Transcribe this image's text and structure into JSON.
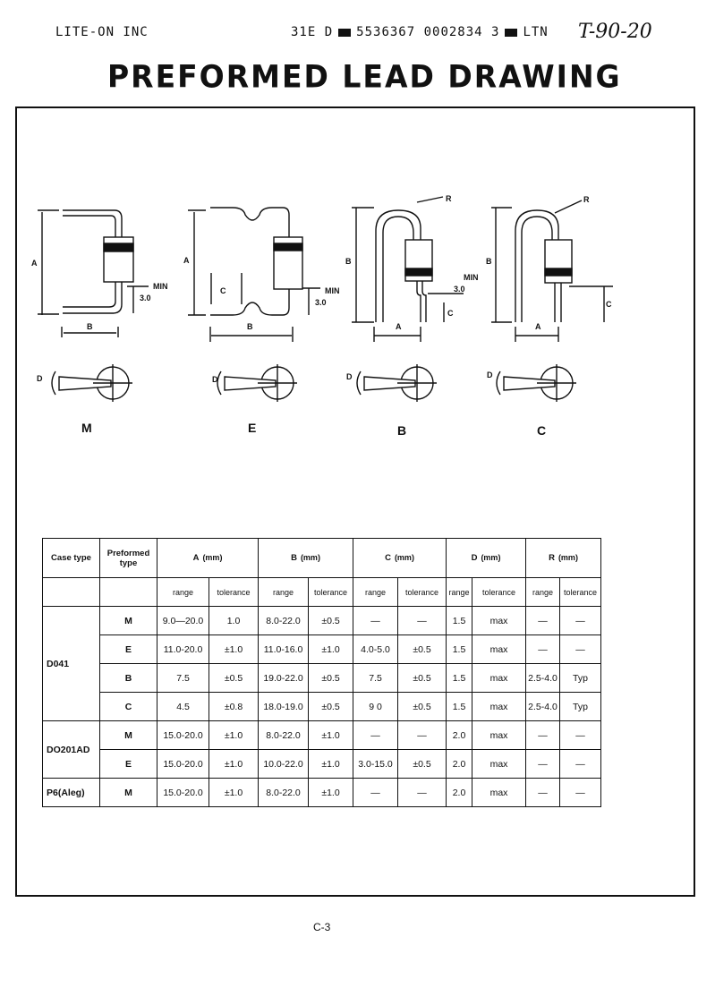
{
  "header": {
    "company": "LITE-ON INC",
    "code": "31E D",
    "code_numbers": "5536367 0002834 3",
    "code_suffix": "LTN",
    "handwritten": "T-90-20"
  },
  "title": "PREFORMED LEAD DRAWING",
  "drawings": {
    "labels": {
      "A": "A",
      "B": "B",
      "C": "C",
      "D": "D",
      "R": "R",
      "min": "MIN",
      "three": "3.0"
    },
    "styles": [
      "M",
      "E",
      "B",
      "C"
    ]
  },
  "table": {
    "header_case": "Case type",
    "header_preformed": "Preformed type",
    "dims": [
      {
        "name": "A",
        "unit": "(mm)"
      },
      {
        "name": "B",
        "unit": "(mm)"
      },
      {
        "name": "C",
        "unit": "(mm)"
      },
      {
        "name": "D",
        "unit": "(mm)"
      },
      {
        "name": "R",
        "unit": "(mm)"
      }
    ],
    "sub_headers": [
      "range",
      "tolerance",
      "range",
      "tolerance",
      "range",
      "tolerance",
      "range",
      "tolerance",
      "range",
      "tolerance"
    ],
    "groups": [
      {
        "case": "D041",
        "rows": [
          {
            "type": "M",
            "cells": [
              "9.0—20.0",
              "1.0",
              "8.0-22.0",
              "±0.5",
              "—",
              "—",
              "1.5",
              "max",
              "—",
              "—"
            ]
          },
          {
            "type": "E",
            "cells": [
              "11.0-20.0",
              "±1.0",
              "11.0-16.0",
              "±1.0",
              "4.0-5.0",
              "±0.5",
              "1.5",
              "max",
              "—",
              "—"
            ]
          },
          {
            "type": "B",
            "cells": [
              "7.5",
              "±0.5",
              "19.0-22.0",
              "±0.5",
              "7.5",
              "±0.5",
              "1.5",
              "max",
              "2.5-4.0",
              "Typ"
            ]
          },
          {
            "type": "C",
            "cells": [
              "4.5",
              "±0.8",
              "18.0-19.0",
              "±0.5",
              "9 0",
              "±0.5",
              "1.5",
              "max",
              "2.5-4.0",
              "Typ"
            ]
          }
        ]
      },
      {
        "case": "DO201AD",
        "rows": [
          {
            "type": "M",
            "cells": [
              "15.0-20.0",
              "±1.0",
              "8.0-22.0",
              "±1.0",
              "—",
              "—",
              "2.0",
              "max",
              "—",
              "—"
            ]
          },
          {
            "type": "E",
            "cells": [
              "15.0-20.0",
              "±1.0",
              "10.0-22.0",
              "±1.0",
              "3.0-15.0",
              "±0.5",
              "2.0",
              "max",
              "—",
              "—"
            ]
          }
        ]
      },
      {
        "case": "P6(Aleg)",
        "rows": [
          {
            "type": "M",
            "cells": [
              "15.0-20.0",
              "±1.0",
              "8.0-22.0",
              "±1.0",
              "—",
              "—",
              "2.0",
              "max",
              "—",
              "—"
            ]
          }
        ]
      }
    ]
  },
  "page_number": "C-3"
}
